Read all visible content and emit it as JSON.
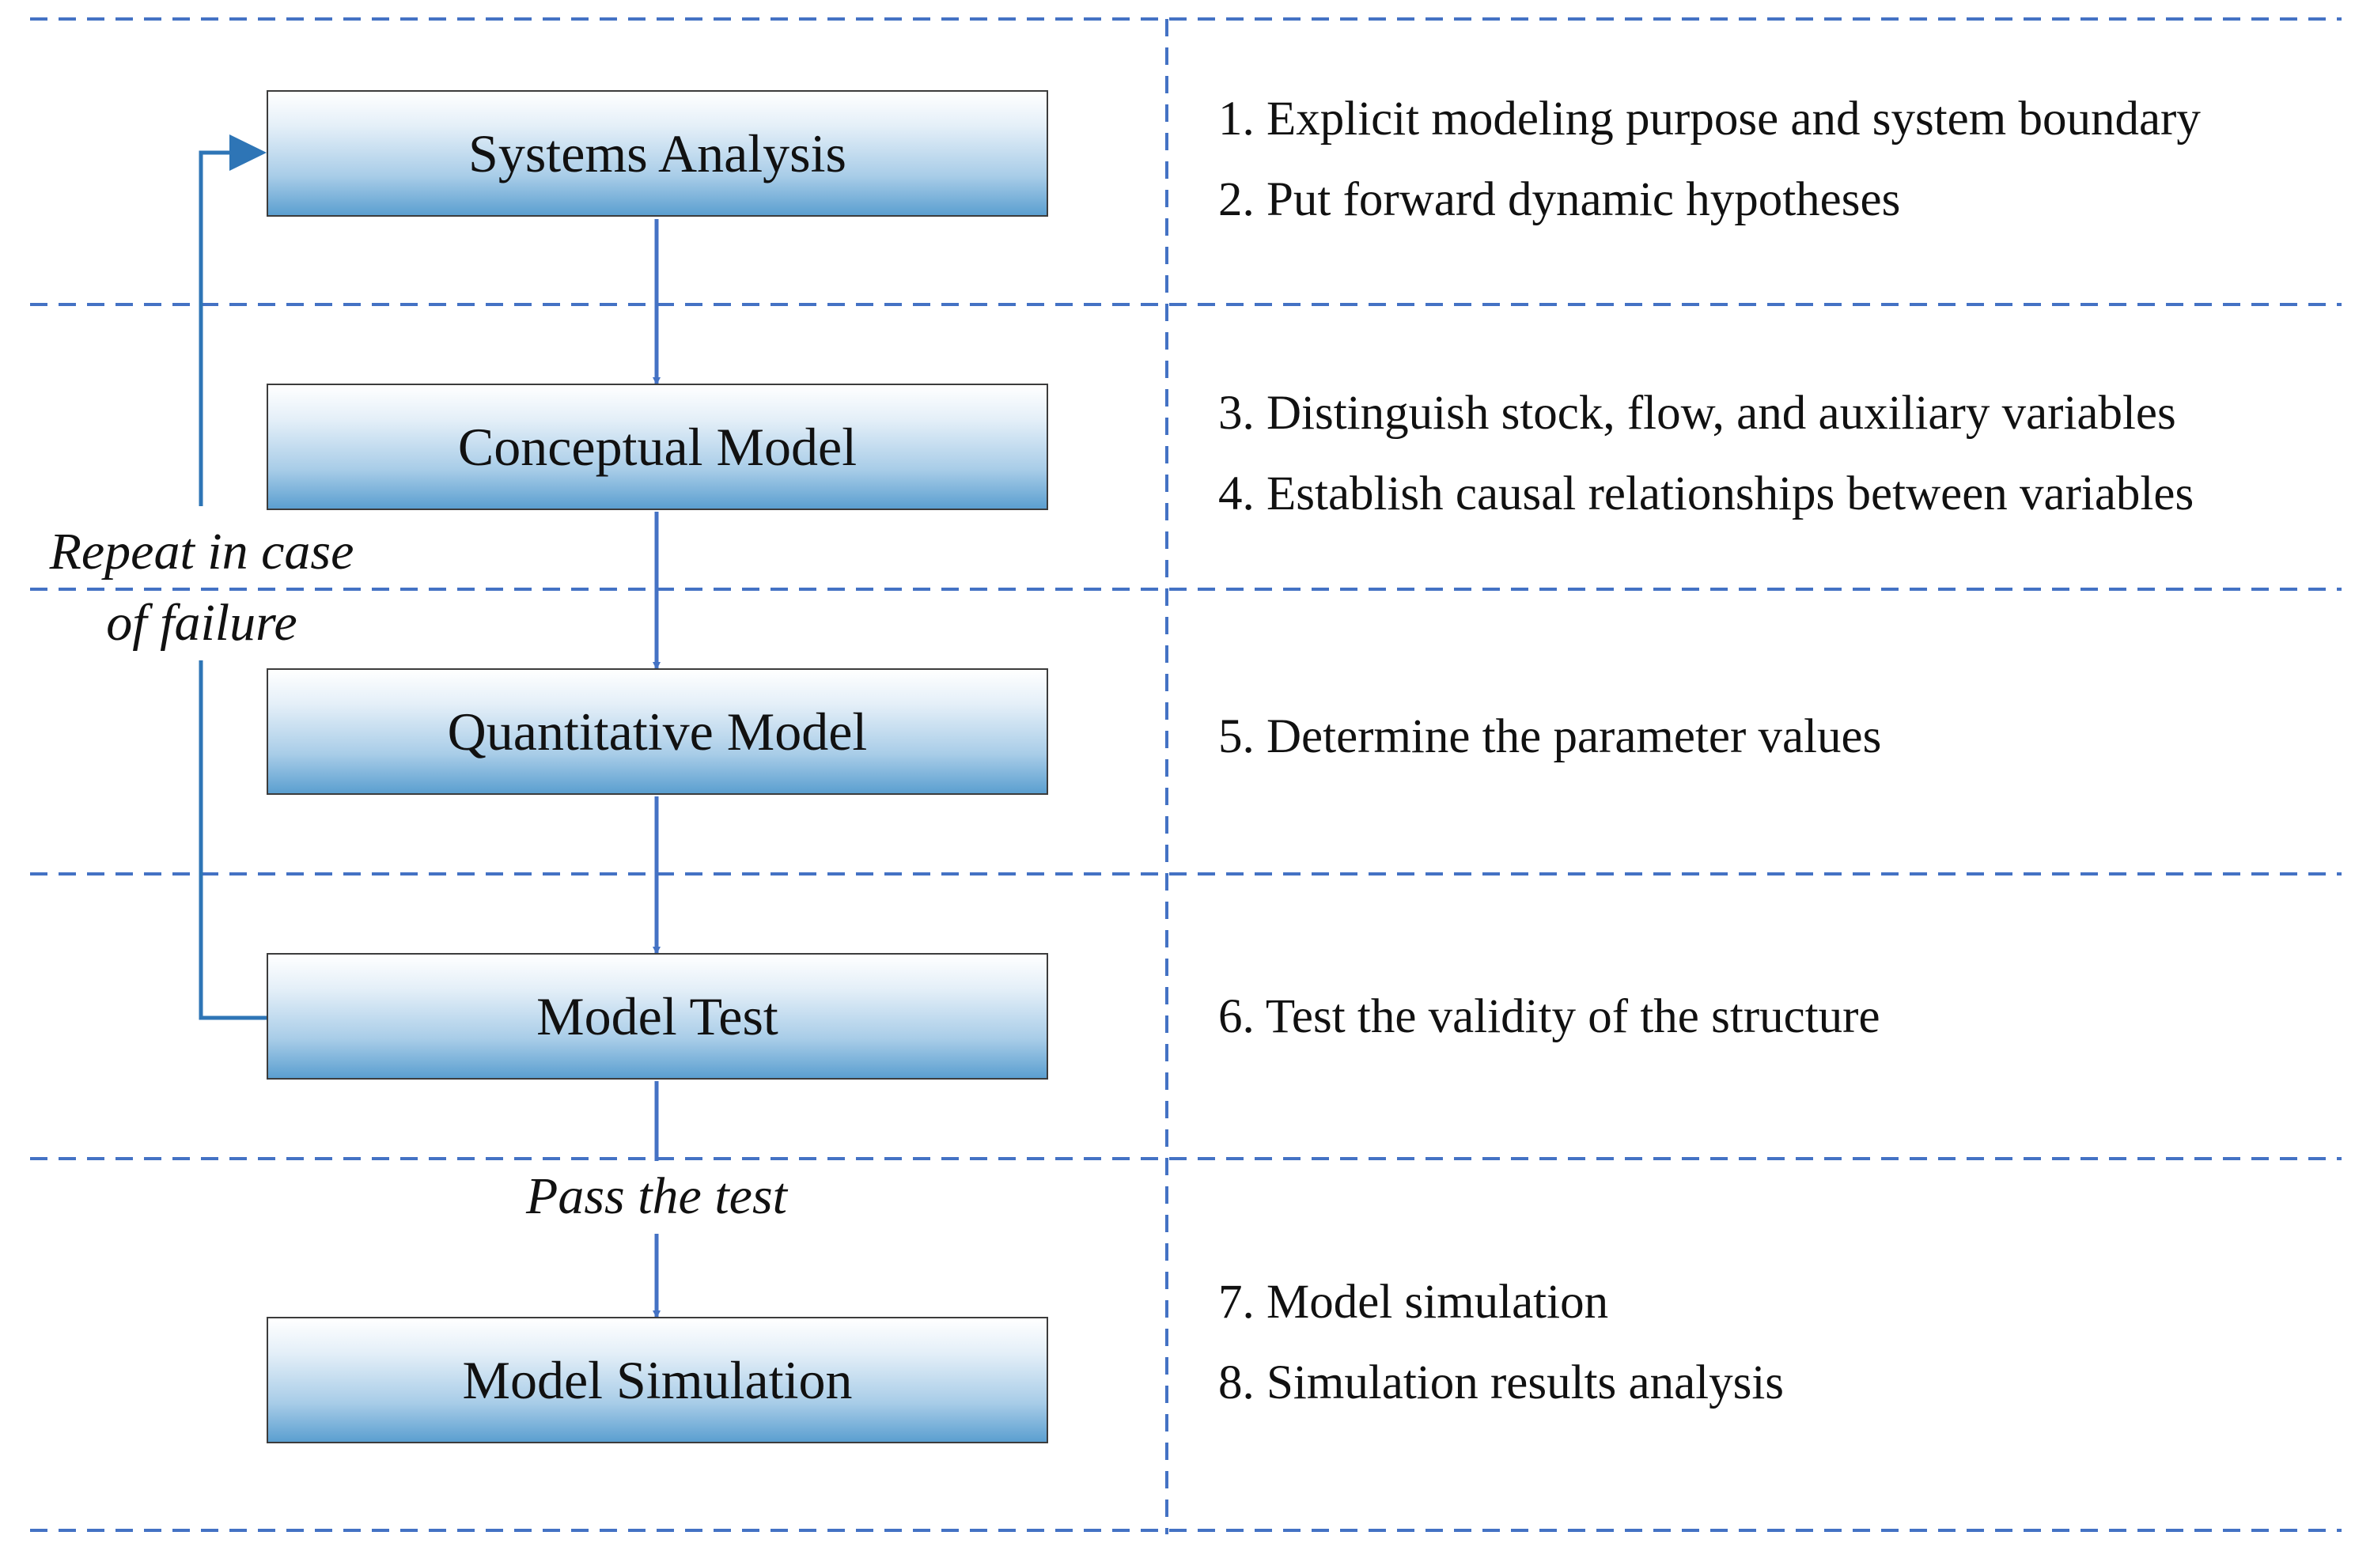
{
  "stages": [
    {
      "label": "Systems Analysis"
    },
    {
      "label": "Conceptual Model"
    },
    {
      "label": "Quantitative Model"
    },
    {
      "label": "Model Test"
    },
    {
      "label": "Model Simulation"
    }
  ],
  "steps": [
    "1. Explicit modeling purpose and system boundary",
    "2. Put forward dynamic hypotheses",
    "3. Distinguish stock, flow, and auxiliary variables",
    "4. Establish causal relationships between variables",
    "5. Determine the parameter values",
    "6. Test the validity of the structure",
    "7. Model simulation",
    "8. Simulation results analysis"
  ],
  "annotations": {
    "feedback_line1": "Repeat in case",
    "feedback_line2": "of failure",
    "pass": "Pass the test"
  },
  "colors": {
    "dash_line": "#4472c4",
    "flow_arrow": "#4472c4",
    "feedback_arrow": "#2e75b6",
    "box_border": "#3c3c3c"
  }
}
